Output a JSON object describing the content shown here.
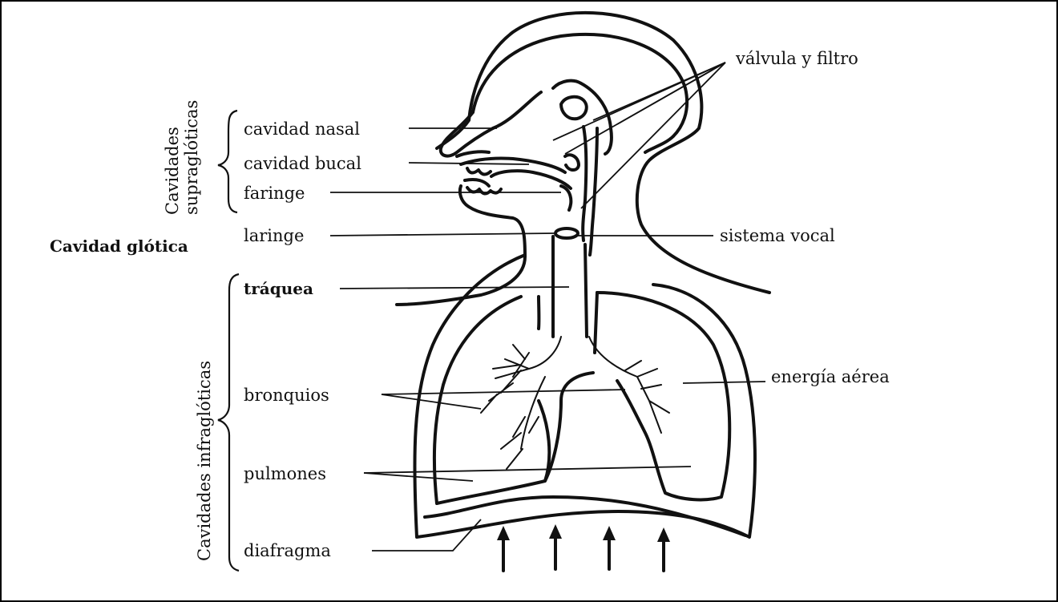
{
  "labels": {
    "valvula_filtro": "válvula y filtro",
    "cavidad_nasal": "cavidad nasal",
    "cavidad_bucal": "cavidad bucal",
    "faringe": "faringe",
    "laringe": "laringe",
    "sistema_vocal": "sistema vocal",
    "traquea": "tráquea",
    "bronquios": "bronquios",
    "energia_aerea": "energía aérea",
    "pulmones": "pulmones",
    "diafragma": "diafragma"
  },
  "groups": {
    "supraglottic": [
      "Cavidades",
      "supraglóticas"
    ],
    "glottic": "Cavidad glótica",
    "infraglottic": "Cavidades infraglóticas"
  },
  "arrows": {
    "count": 4,
    "meaning": "up-arrow-icon"
  }
}
